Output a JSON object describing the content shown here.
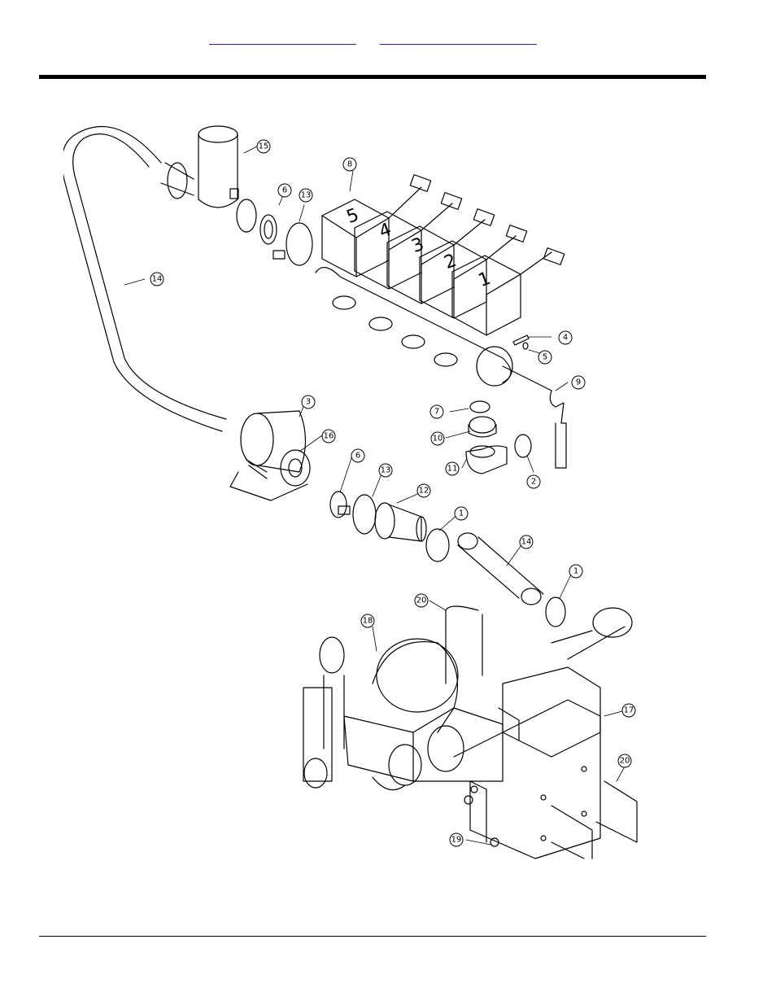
{
  "nav": {
    "link_left": "",
    "link_right": ""
  },
  "diagram": {
    "callouts": [
      {
        "label": "15"
      },
      {
        "label": "6"
      },
      {
        "label": "13"
      },
      {
        "label": "8"
      },
      {
        "label": "14"
      },
      {
        "label": "4"
      },
      {
        "label": "5"
      },
      {
        "label": "9"
      },
      {
        "label": "3"
      },
      {
        "label": "16"
      },
      {
        "label": "7"
      },
      {
        "label": "10"
      },
      {
        "label": "11"
      },
      {
        "label": "2"
      },
      {
        "label": "6"
      },
      {
        "label": "13"
      },
      {
        "label": "12"
      },
      {
        "label": "1"
      },
      {
        "label": "14"
      },
      {
        "label": "1"
      },
      {
        "label": "20"
      },
      {
        "label": "18"
      },
      {
        "label": "17"
      },
      {
        "label": "20"
      },
      {
        "label": "19"
      }
    ],
    "valve_numbers": [
      "5",
      "4",
      "3",
      "2",
      "1"
    ]
  }
}
